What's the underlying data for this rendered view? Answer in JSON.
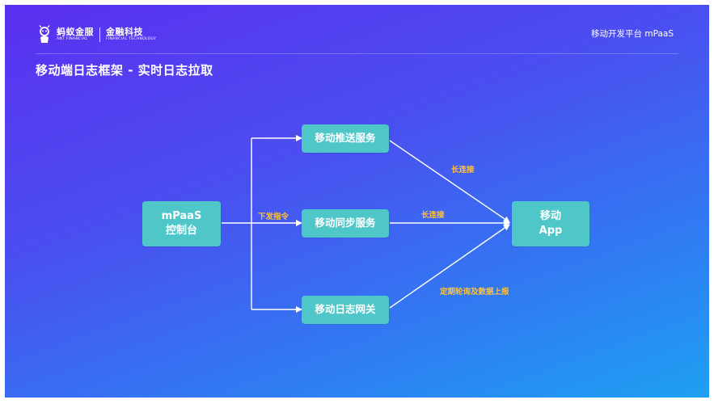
{
  "header": {
    "logo_cn": "蚂蚁金服",
    "logo_en": "ANT FINANCIAL",
    "logo2_cn": "金融科技",
    "logo2_en": "FINANCIAL TECHNOLOGY",
    "platform": "移动开发平台 mPaaS"
  },
  "title": "移动端日志框架 - 实时日志拉取",
  "nodes": {
    "console_line1": "mPaaS",
    "console_line2": "控制台",
    "push": "移动推送服务",
    "sync": "移动同步服务",
    "gateway": "移动日志网关",
    "app_line1": "移动",
    "app_line2": "App"
  },
  "edges": {
    "command": "下发指令",
    "push_long": "长连接",
    "sync_long": "长连接",
    "gateway_poll": "定期轮询及数据上报"
  },
  "colors": {
    "node": "#4fc7c9",
    "edge_label": "#ffc23a",
    "arrow": "#ffffff"
  }
}
